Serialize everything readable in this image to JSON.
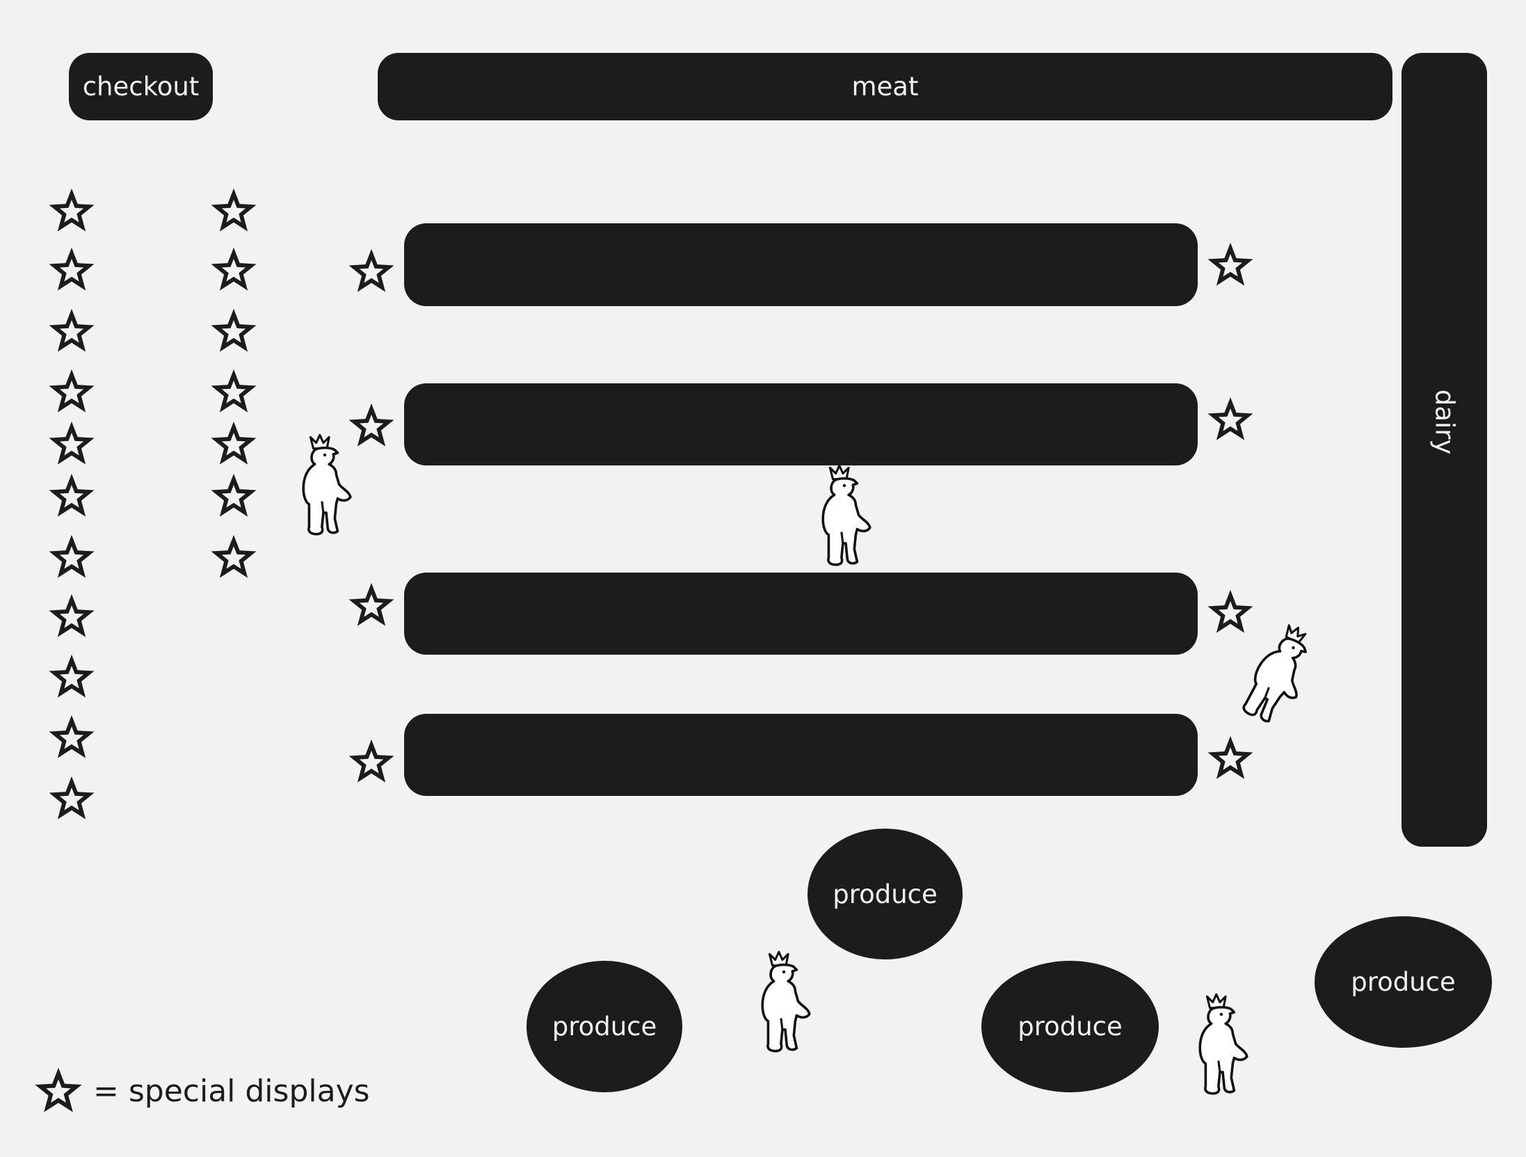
{
  "labels": {
    "checkout": "checkout",
    "meat": "meat",
    "dairy": "dairy",
    "produce": [
      "produce",
      "produce",
      "produce",
      "produce"
    ]
  },
  "aisles": {
    "count": 4,
    "label_text": ""
  },
  "legend": {
    "icon": "star-icon",
    "text": "= special displays"
  },
  "shoppers": {
    "icon": "shopper-crowned-figure-icon",
    "count": 5
  },
  "colors": {
    "background": "#f2f2f2",
    "fixture": "#1c1c1c",
    "label_text": "#f2f2f2"
  }
}
